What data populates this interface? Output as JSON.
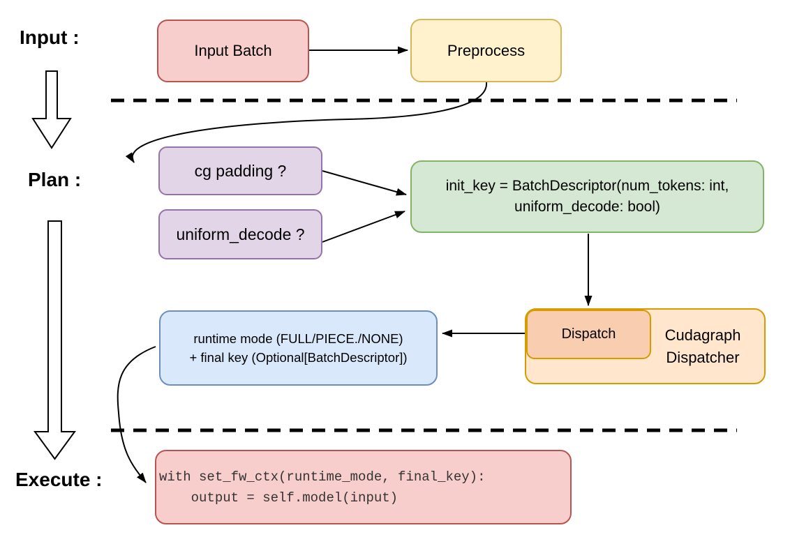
{
  "labels": {
    "input": "Input :",
    "plan": "Plan :",
    "execute": "Execute :"
  },
  "nodes": {
    "input_batch": {
      "label": "Input Batch"
    },
    "preprocess": {
      "label": "Preprocess"
    },
    "cg_padding": {
      "label": "cg padding ?"
    },
    "uniform_decode": {
      "label": "uniform_decode ?"
    },
    "init_key": {
      "line1": "init_key = BatchDescriptor(num_tokens: int,",
      "line2": "uniform_decode: bool)"
    },
    "dispatch": {
      "label": "Dispatch"
    },
    "cudagraph_dispatcher": {
      "line1": "Cudagraph",
      "line2": "Dispatcher"
    },
    "runtime_mode": {
      "line1": "runtime mode (FULL/PIECE./NONE)",
      "line2": "+ final key (Optional[BatchDescriptor])"
    },
    "execute_code": {
      "line1": "with set_fw_ctx(runtime_mode, final_key):",
      "line2": "    output = self.model(input)"
    }
  },
  "colors": {
    "red_fill": "#f8cecc",
    "red_stroke": "#b85450",
    "yellow_fill": "#fff2cc",
    "yellow_stroke": "#d6b656",
    "purple_fill": "#e1d5e7",
    "purple_stroke": "#9673a6",
    "green_fill": "#d5e8d4",
    "green_stroke": "#82b366",
    "blue_fill": "#dae8fc",
    "blue_stroke": "#6c8ebf",
    "orange_fill": "#ffe6cc",
    "orange_stroke": "#d79b00",
    "dispatch_fill": "#f8cdb0",
    "connector_color": "#000000"
  }
}
